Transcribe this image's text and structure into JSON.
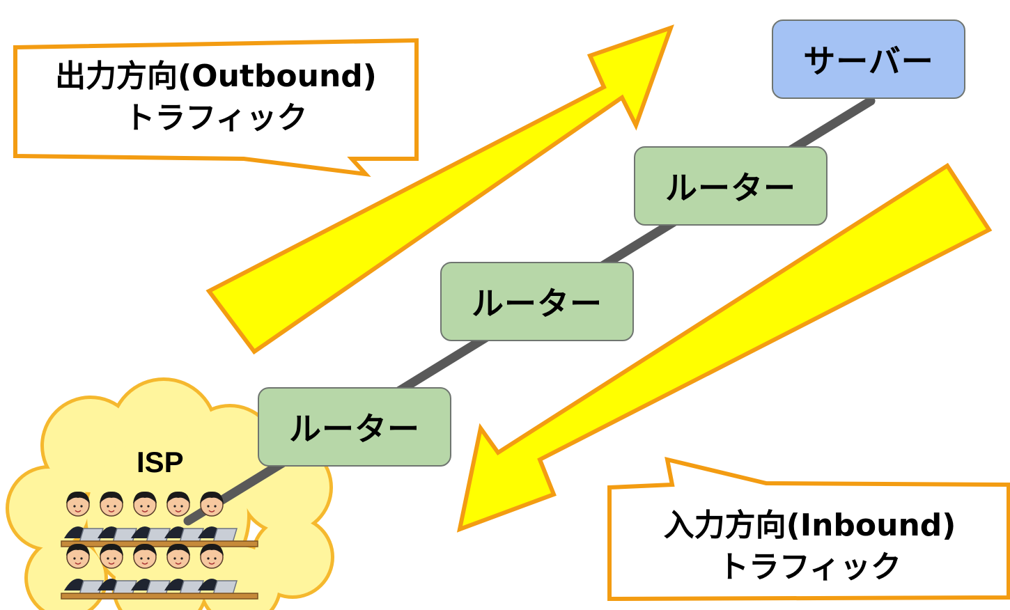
{
  "diagram": {
    "server": {
      "label": "サーバー",
      "color": "#a4c2f4"
    },
    "routers": [
      {
        "label": "ルーター"
      },
      {
        "label": "ルーター"
      },
      {
        "label": "ルーター"
      }
    ],
    "router_color": "#b7d7a8",
    "isp": {
      "label": "ISP",
      "cloud_color": "#fff59d",
      "cloud_border": "#f5b82e"
    },
    "link_color": "#595959",
    "arrow_fill": "#ffff00",
    "arrow_border": "#f39c12",
    "callouts": {
      "outbound": {
        "line1": "出力方向(Outbound)",
        "line2": "トラフィック"
      },
      "inbound": {
        "line1": "入力方向(Inbound)",
        "line2": "トラフィック"
      }
    }
  }
}
